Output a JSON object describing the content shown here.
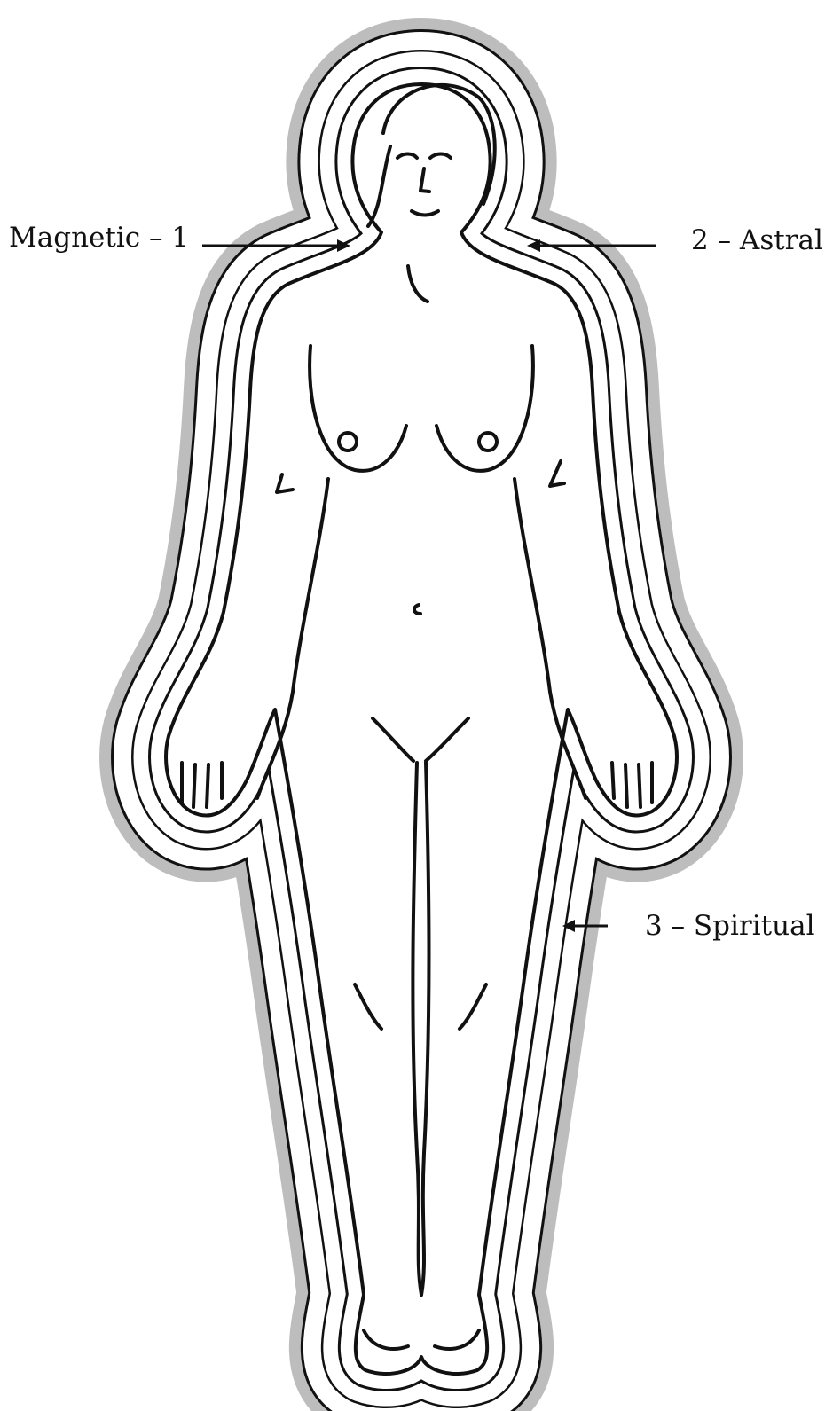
{
  "labels": {
    "magnetic": "Magnetic – 1",
    "astral": "2 – Astral",
    "spiritual": "3 – Spiritual"
  },
  "colors": {
    "ink": "#111111",
    "spiritual_halo": "#bdbdbd",
    "background": "#ffffff"
  }
}
